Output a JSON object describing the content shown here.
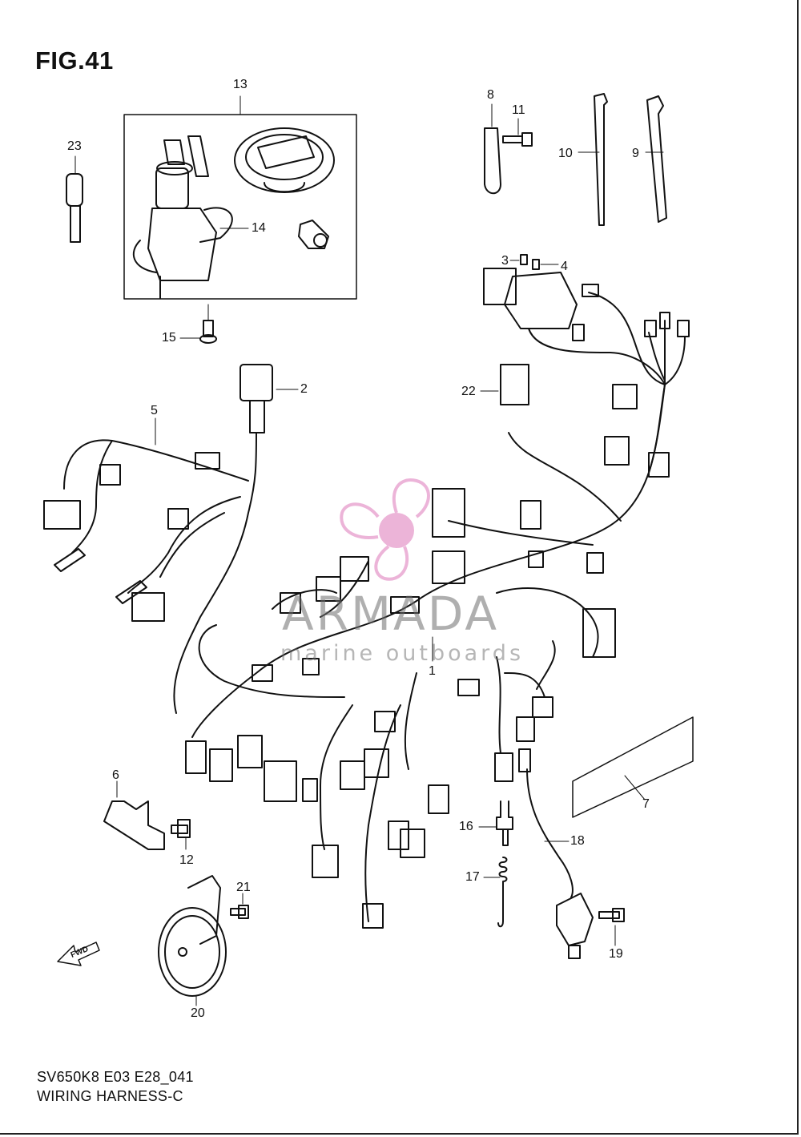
{
  "figure": {
    "title": "FIG.41",
    "model_code": "SV650K8 E03 E28_041",
    "part_name": "WIRING HARNESS-C"
  },
  "callouts": [
    "1",
    "2",
    "3",
    "4",
    "5",
    "6",
    "7",
    "8",
    "9",
    "10",
    "11",
    "12",
    "13",
    "14",
    "15",
    "16",
    "17",
    "18",
    "19",
    "20",
    "21",
    "22",
    "23"
  ],
  "watermark": {
    "brand": "ARMADA",
    "tagline": "marine outboards",
    "colors": {
      "logo": "#e9a7d2",
      "text": "#8a8a8a"
    }
  },
  "direction_marker": "FWD"
}
